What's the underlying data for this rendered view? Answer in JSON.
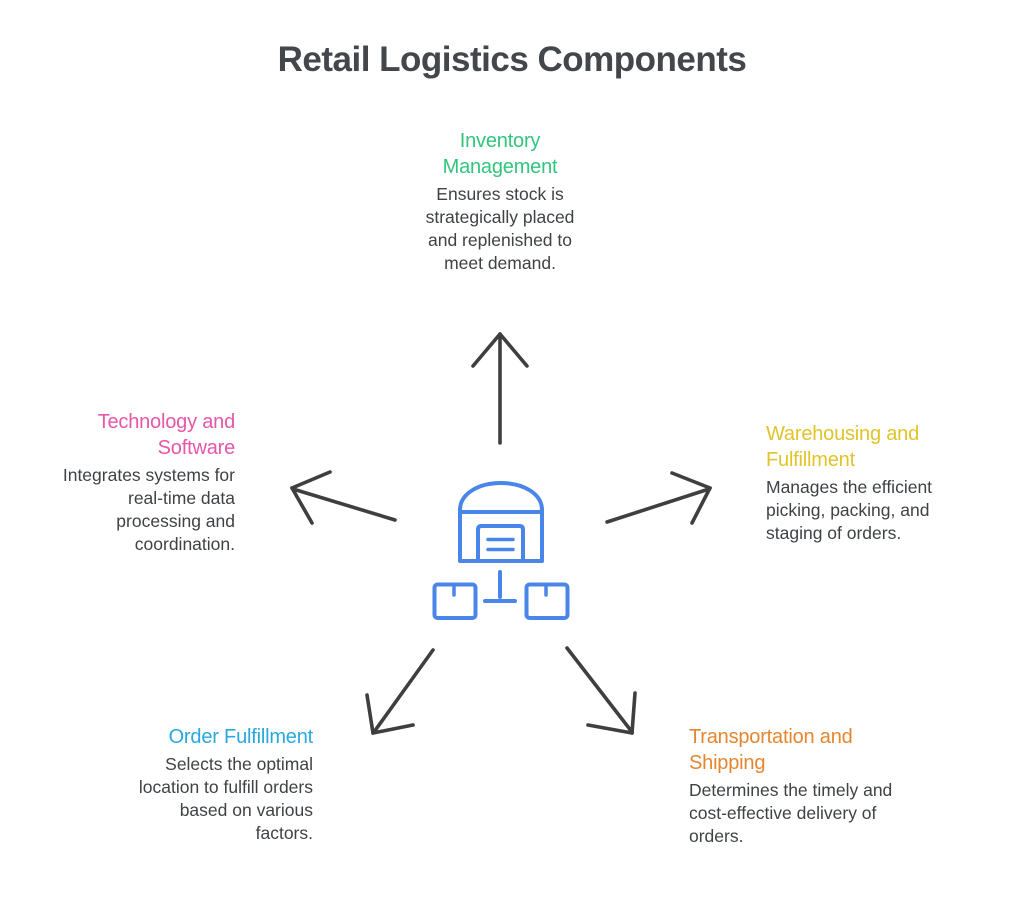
{
  "title": "Retail Logistics Components",
  "colors": {
    "title": "#43464b",
    "body_text": "#3f4245",
    "arrow": "#3f3f3f",
    "icon": "#4a85e8"
  },
  "center_icon": "warehouse-distribution",
  "nodes": [
    {
      "id": "inventory-management",
      "position": "top",
      "color": "#31c57d",
      "label": "Inventory Management",
      "description": "Ensures stock is strategically placed and replenished to meet demand."
    },
    {
      "id": "warehousing-and-fulfillment",
      "position": "right",
      "color": "#e0c42a",
      "label": "Warehousing and Fulfillment",
      "description": "Manages the efficient picking, packing, and staging of orders."
    },
    {
      "id": "transportation-and-shipping",
      "position": "bottom-right",
      "color": "#e5862f",
      "label": "Transportation and Shipping",
      "description": "Determines the timely and cost-effective delivery of orders."
    },
    {
      "id": "order-fulfillment",
      "position": "bottom-left",
      "color": "#29a8e0",
      "label": "Order Fulfillment",
      "description": "Selects the optimal location to fulfill orders based on various factors."
    },
    {
      "id": "technology-and-software",
      "position": "left",
      "color": "#e656a9",
      "label": "Technology and Software",
      "description": "Integrates systems for real-time data processing and coordination."
    }
  ]
}
